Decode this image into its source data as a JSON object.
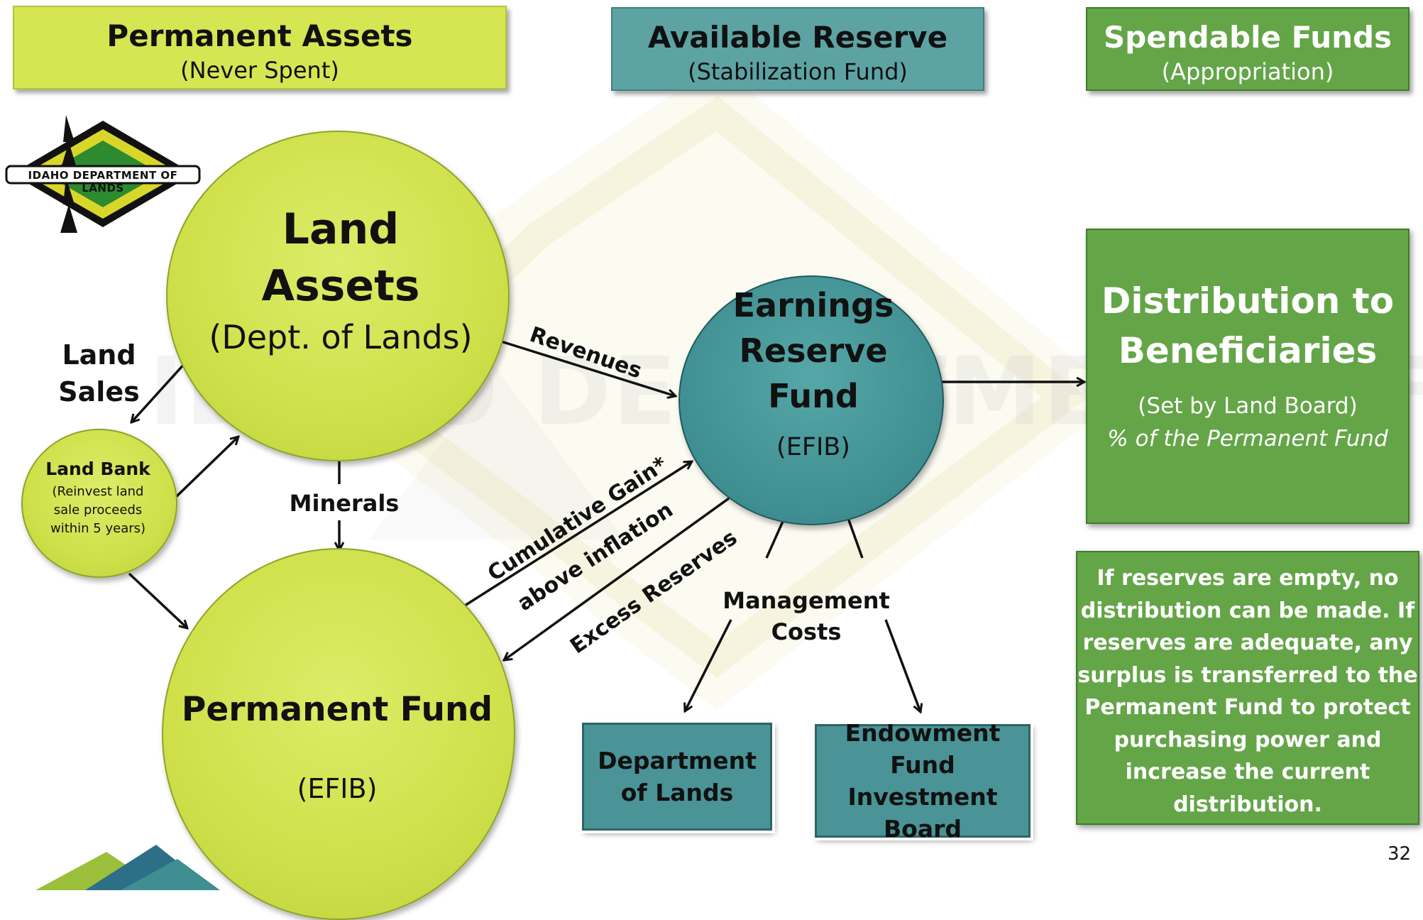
{
  "headers": {
    "permanent": {
      "title": "Permanent Assets",
      "subtitle": "(Never Spent)"
    },
    "available": {
      "title": "Available Reserve",
      "subtitle": "(Stabilization Fund)"
    },
    "spendable": {
      "title": "Spendable Funds",
      "subtitle": "(Appropriation)"
    }
  },
  "logo": {
    "text": "IDAHO DEPARTMENT OF LANDS"
  },
  "watermark": {
    "text": "IDAHO DEPARTMENT OF LANDS"
  },
  "land_assets": {
    "line1": "Land",
    "line2": "Assets",
    "line3": "(Dept. of Lands)"
  },
  "land_sales": {
    "line1": "Land",
    "line2": "Sales"
  },
  "land_bank": {
    "title": "Land Bank",
    "line1": "(Reinvest land",
    "line2": "sale proceeds",
    "line3": "within 5 years)"
  },
  "minerals": "Minerals",
  "permanent_fund": {
    "title": "Permanent Fund",
    "sub": "(EFIB)"
  },
  "earnings_reserve": {
    "line1": "Earnings",
    "line2": "Reserve",
    "line3": "Fund",
    "sub": "(EFIB)"
  },
  "arrows": {
    "revenues": "Revenues",
    "gain1": "Cumulative Gain*",
    "gain2": "above inflation",
    "excess": "Excess Reserves",
    "management": "Management Costs"
  },
  "dept_lands": {
    "line1": "Department",
    "line2": "of Lands"
  },
  "efib_board": {
    "line1": "Endowment",
    "line2": "Fund Investment",
    "line3": "Board"
  },
  "distribution": {
    "line1": "Distribution to",
    "line2": "Beneficiaries",
    "sub": "(Set by Land Board)",
    "italic": "% of the Permanent Fund"
  },
  "note": {
    "l1": "If reserves are empty, no",
    "l2": "distribution can be made.  If",
    "l3": "reserves are adequate, any",
    "l4": "surplus is transferred to the",
    "l5": "Permanent Fund to protect",
    "l6": "purchasing power and",
    "l7": "increase the current",
    "l8": "distribution."
  },
  "page_number": "32",
  "colors": {
    "yellow": "#cfe04a",
    "teal": "#4a9396",
    "green": "#64a548",
    "header_teal": "#5ea3a4"
  }
}
